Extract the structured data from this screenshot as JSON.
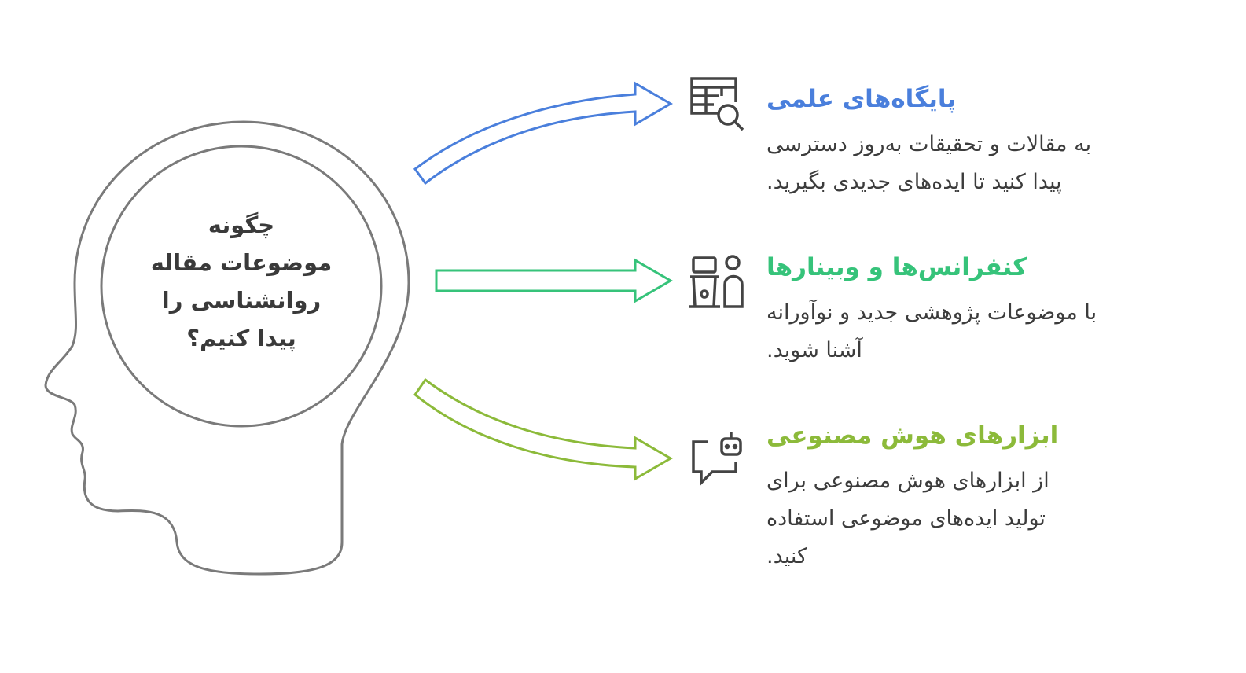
{
  "center": {
    "lines": [
      "چگونه",
      "موضوعات مقاله",
      "روانشناسی را",
      "پیدا کنیم؟"
    ]
  },
  "items": [
    {
      "title": "پایگاه‌های علمی",
      "color": "#4a7fdc",
      "icon": "database-search-icon",
      "desc_lines": [
        "به مقالات و تحقیقات به‌روز دسترسی",
        "پیدا کنید تا ایده‌های جدیدی بگیرید."
      ]
    },
    {
      "title": "کنفرانس‌ها و وبینارها",
      "color": "#36c37a",
      "icon": "presenter-icon",
      "desc_lines": [
        "با موضوعات پژوهشی جدید و نوآورانه",
        "آشنا شوید."
      ]
    },
    {
      "title": "ابزارهای هوش مصنوعی",
      "color": "#8cba3a",
      "icon": "robot-chat-icon",
      "desc_lines": [
        "از ابزارهای هوش مصنوعی برای",
        "تولید ایده‌های موضوعی استفاده",
        "کنید."
      ]
    }
  ]
}
